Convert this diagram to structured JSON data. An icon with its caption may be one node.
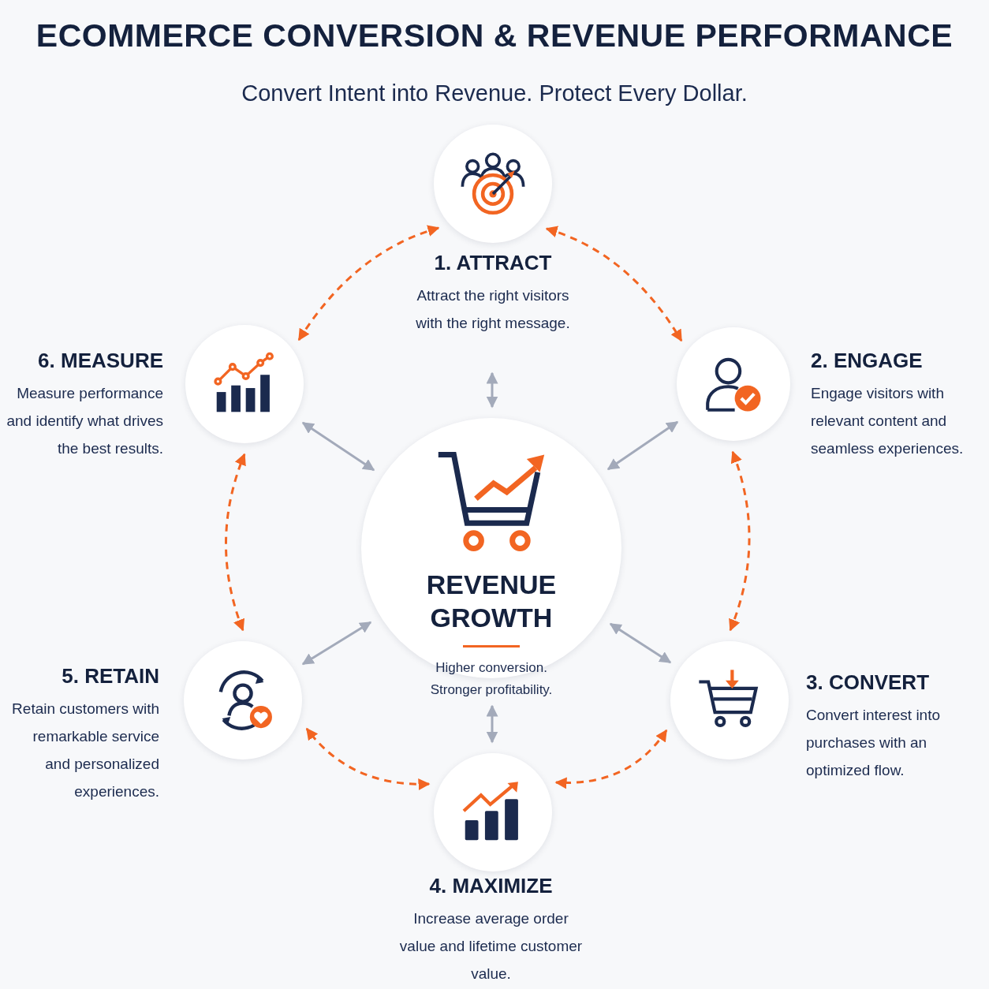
{
  "diagram": {
    "title": "ECOMMERCE CONVERSION & REVENUE PERFORMANCE",
    "nodes": [
      {
        "text": [
          "1. ATTRACT",
          "Attract the right visitors with the right message."
        ]
      },
      {
        "text": [
          "2. ENGAGE",
          "Engage visitors with relevant content and seamless experiences."
        ]
      },
      {
        "text": [
          "3. CONVERT",
          "Convert interest into purchases with an optimized flow."
        ]
      },
      {
        "text": [
          "4. MAXIMIZE",
          "Increase average order value and lifetime customer value."
        ]
      },
      {
        "text": [
          "5. RETAIN",
          "Retain customers with remarkable service and personalized experiences."
        ]
      },
      {
        "text": [
          "6. MEASURE",
          "Measure performance and identify what drives the best results."
        ]
      },
      {
        "text": [
          "REVENUE GROWTH",
          "Higher conversion. Stronger profitability."
        ]
      }
    ],
    "edges": [
      {
        "from": 0,
        "to": 1,
        "arrow": "both",
        "style": "dashed",
        "color": "#f26522"
      },
      {
        "from": 1,
        "to": 2,
        "arrow": "both",
        "style": "dashed",
        "color": "#f26522"
      },
      {
        "from": 2,
        "to": 3,
        "arrow": "both",
        "style": "dashed",
        "color": "#f26522"
      },
      {
        "from": 3,
        "to": 4,
        "arrow": "both",
        "style": "dashed",
        "color": "#f26522"
      },
      {
        "from": 4,
        "to": 5,
        "arrow": "both",
        "style": "dashed",
        "color": "#f26522"
      },
      {
        "from": 5,
        "to": 0,
        "arrow": "both",
        "style": "dashed",
        "color": "#f26522"
      },
      {
        "from": 6,
        "to": 0,
        "arrow": "both",
        "color": "#a3aaba"
      },
      {
        "from": 6,
        "to": 1,
        "arrow": "both",
        "color": "#a3aaba"
      },
      {
        "from": 6,
        "to": 2,
        "arrow": "both",
        "color": "#a3aaba"
      },
      {
        "from": 6,
        "to": 3,
        "arrow": "both",
        "color": "#a3aaba"
      },
      {
        "from": 6,
        "to": 4,
        "arrow": "both",
        "color": "#a3aaba"
      },
      {
        "from": 6,
        "to": 5,
        "arrow": "both",
        "color": "#a3aaba"
      }
    ],
    "labels": [
      "Convert Intent into Revenue. Protect Every Dollar."
    ]
  }
}
